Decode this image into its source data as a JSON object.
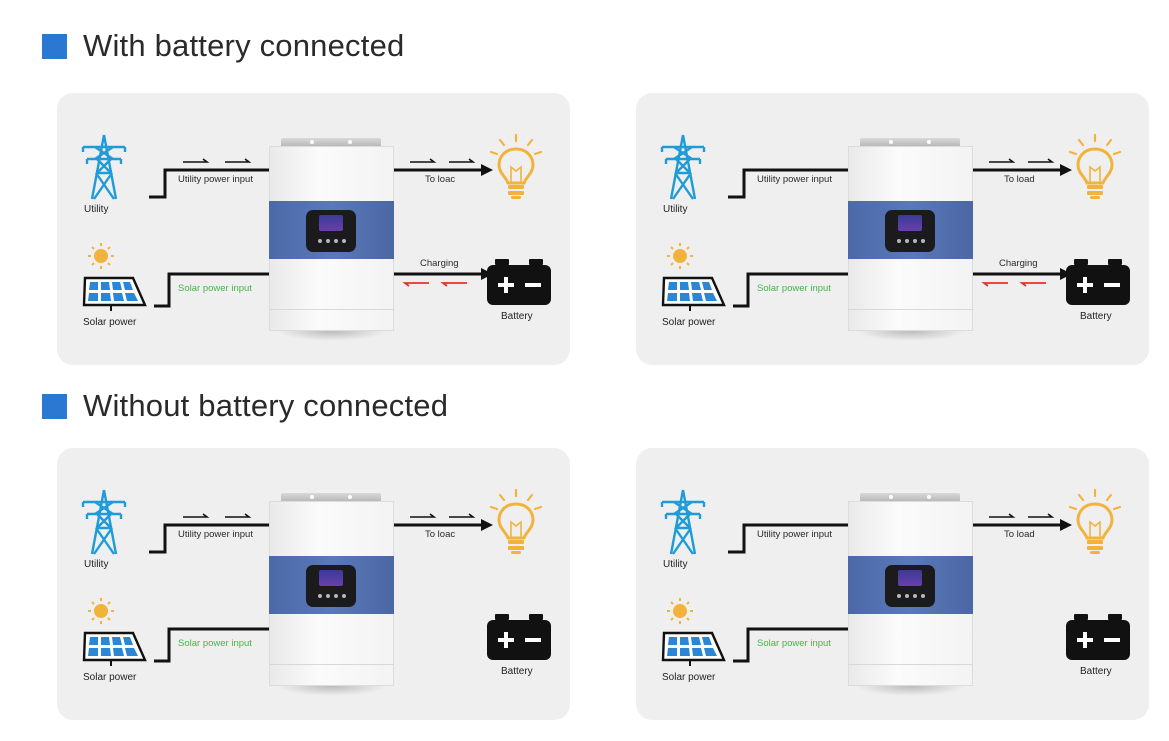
{
  "sections": [
    {
      "title": "With battery connected"
    },
    {
      "title": "Without battery connected"
    }
  ],
  "panels": [
    {
      "utility_label": "Utility",
      "utility_input_label": "Utility power input",
      "solar_label": "Solar power",
      "solar_input_label": "Solar power input",
      "load_label": "To loac",
      "charging_label": "Charging",
      "battery_label": "Battery"
    },
    {
      "utility_label": "Utility",
      "utility_input_label": "Utility power input",
      "solar_label": "Solar power",
      "solar_input_label": "Solar power input",
      "load_label": "To load",
      "charging_label": "Charging",
      "battery_label": "Battery"
    },
    {
      "utility_label": "Utility",
      "utility_input_label": "Utility power input",
      "solar_label": "Solar power",
      "solar_input_label": "Solar power input",
      "load_label": "To loac",
      "battery_label": "Battery"
    },
    {
      "utility_label": "Utility",
      "utility_input_label": "Utility power input",
      "solar_label": "Solar power",
      "solar_input_label": "Solar power input",
      "load_label": "To load",
      "battery_label": "Battery"
    }
  ],
  "colors": {
    "section_square": "#2b78d2",
    "panel_bg": "#efefef",
    "utility_blue": "#1f9bd7",
    "bulb_yellow": "#f2b33d",
    "solar_green": "#43b649",
    "charge_red": "#e2342b",
    "inverter_band": "#5573b2"
  },
  "icons": [
    "pylon-icon",
    "solar-panel-icon",
    "sun-icon",
    "light-bulb-icon",
    "battery-icon",
    "inverter-unit"
  ]
}
